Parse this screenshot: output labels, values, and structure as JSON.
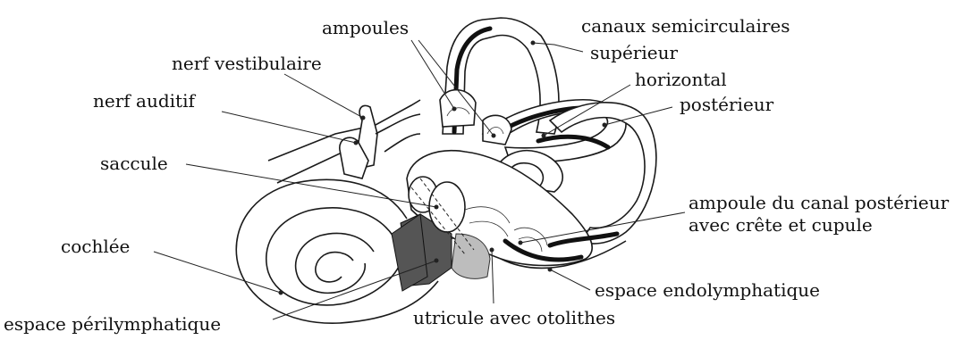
{
  "labels": {
    "ampoules": "ampoules",
    "canaux": "canaux semicirculaires",
    "superieur": "supérieur",
    "horizontal": "horizontal",
    "posterieur": "postérieur",
    "nerf_vestibulaire": "nerf vestibulaire",
    "nerf_auditif": "nerf auditif",
    "saccule": "saccule",
    "ampoule_canal_1": "ampoule du canal postérieur",
    "ampoule_canal_2": "avec crête et cupule",
    "cochlee": "cochlée",
    "espace_endolymphatique": "espace endolymphatique",
    "espace_perilymphatique": "espace périlymphatique",
    "utricule": "utricule avec otolithes"
  },
  "icons": {
    "cochlea": "cochlea-icon",
    "canals": "semicircular-canals-icon",
    "nerves": "nerve-branches-icon"
  },
  "colors": {
    "ink": "#111111",
    "shade_dark": "#555555",
    "shade_light": "#bdbdbd",
    "background": "#ffffff"
  }
}
